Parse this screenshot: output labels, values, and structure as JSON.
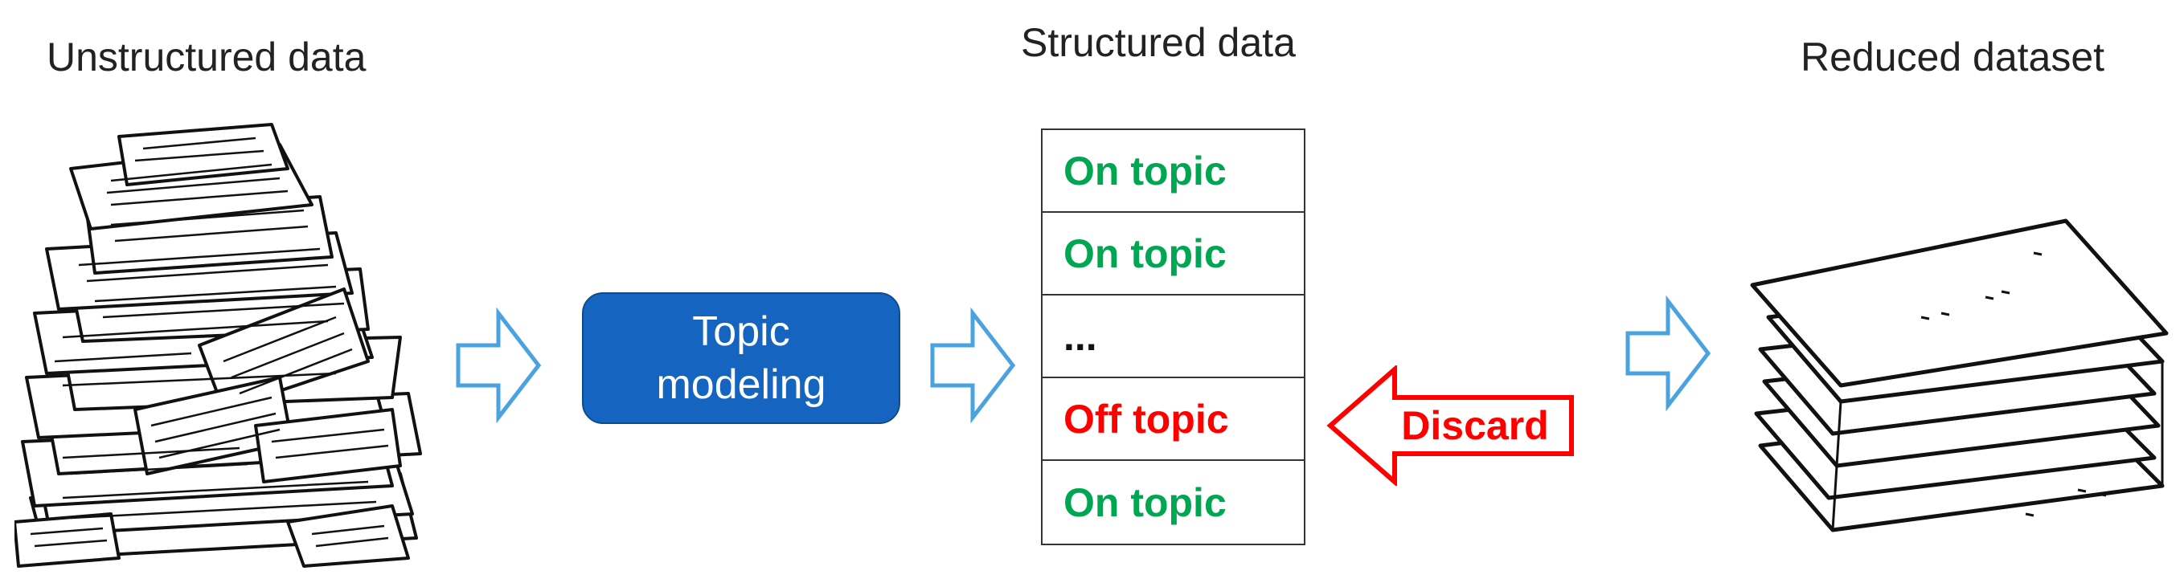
{
  "titles": {
    "unstructured": "Unstructured data",
    "structured": "Structured data",
    "reduced": "Reduced dataset"
  },
  "process": {
    "line1": "Topic",
    "line2": "modeling"
  },
  "table": {
    "rows": [
      "On topic",
      "On topic",
      "...",
      "Off topic",
      "On topic"
    ]
  },
  "discard": "Discard",
  "icons": {
    "pile_unstructured": "paper-pile-icon",
    "pile_reduced": "paper-stack-icon",
    "flow_arrow": "right-arrow-icon",
    "discard_arrow": "left-arrow-icon"
  },
  "colors": {
    "flow_arrow_stroke": "#4aa3df",
    "process_fill": "#1565c0",
    "on_topic": "#00a651",
    "off_topic": "#ff0000",
    "discard": "#ff0000"
  }
}
